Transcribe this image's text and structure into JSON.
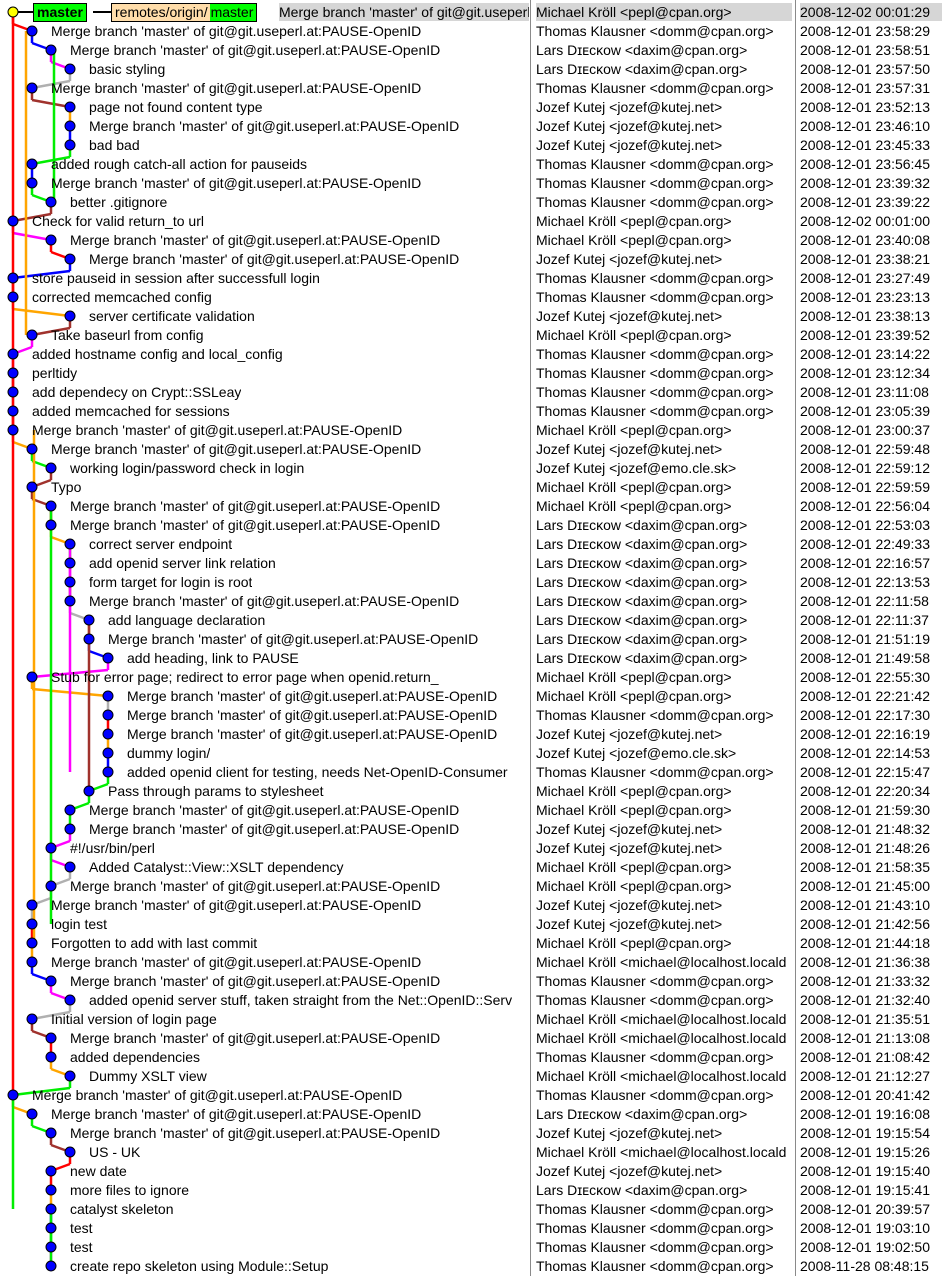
{
  "heads": {
    "local": "master",
    "remote_prefix": "remotes/origin/",
    "remote_branch": "master"
  },
  "colors": {
    "red": "#ff0000",
    "blue": "#0000ff",
    "green": "#00ee00",
    "orange": "#ffa500",
    "magenta": "#ff00ff",
    "brown": "#a0322d",
    "gray": "#b0b0b0",
    "node": "#0000ff",
    "head_node": "#ffff00",
    "selected_row": "#d6d6d6"
  },
  "commits": [
    {
      "message": "Merge branch 'master' of git@git.useperl.at:PAUSE-OpenID",
      "author": "Michael Kröll <pepl@cpan.org>",
      "date": "2008-12-02 00:01:29"
    },
    {
      "message": "Merge branch 'master' of git@git.useperl.at:PAUSE-OpenID",
      "author": "Thomas Klausner <domm@cpan.org>",
      "date": "2008-12-01 23:58:29"
    },
    {
      "message": "Merge branch 'master' of git@git.useperl.at:PAUSE-OpenID",
      "author": "Lars Dɪᴇᴄᴋᴏᴡ <daxim@cpan.org>",
      "date": "2008-12-01 23:58:51"
    },
    {
      "message": "basic styling",
      "author": "Lars Dɪᴇᴄᴋᴏᴡ <daxim@cpan.org>",
      "date": "2008-12-01 23:57:50"
    },
    {
      "message": "Merge branch 'master' of git@git.useperl.at:PAUSE-OpenID",
      "author": "Thomas Klausner <domm@cpan.org>",
      "date": "2008-12-01 23:57:31"
    },
    {
      "message": "page not found content type",
      "author": "Jozef Kutej <jozef@kutej.net>",
      "date": "2008-12-01 23:52:13"
    },
    {
      "message": "Merge branch 'master' of git@git.useperl.at:PAUSE-OpenID",
      "author": "Jozef Kutej <jozef@kutej.net>",
      "date": "2008-12-01 23:46:10"
    },
    {
      "message": "bad bad",
      "author": "Jozef Kutej <jozef@kutej.net>",
      "date": "2008-12-01 23:45:33"
    },
    {
      "message": "added rough catch-all action for pauseids",
      "author": "Thomas Klausner <domm@cpan.org>",
      "date": "2008-12-01 23:56:45"
    },
    {
      "message": "Merge branch 'master' of git@git.useperl.at:PAUSE-OpenID",
      "author": "Thomas Klausner <domm@cpan.org>",
      "date": "2008-12-01 23:39:32"
    },
    {
      "message": "better .gitignore",
      "author": "Thomas Klausner <domm@cpan.org>",
      "date": "2008-12-01 23:39:22"
    },
    {
      "message": "Check for valid return_to url",
      "author": "Michael Kröll <pepl@cpan.org>",
      "date": "2008-12-02 00:01:00"
    },
    {
      "message": "Merge branch 'master' of git@git.useperl.at:PAUSE-OpenID",
      "author": "Michael Kröll <pepl@cpan.org>",
      "date": "2008-12-01 23:40:08"
    },
    {
      "message": "Merge branch 'master' of git@git.useperl.at:PAUSE-OpenID",
      "author": "Jozef Kutej <jozef@kutej.net>",
      "date": "2008-12-01 23:38:21"
    },
    {
      "message": "store pauseid in session after successfull login",
      "author": "Thomas Klausner <domm@cpan.org>",
      "date": "2008-12-01 23:27:49"
    },
    {
      "message": "corrected memcached config",
      "author": "Thomas Klausner <domm@cpan.org>",
      "date": "2008-12-01 23:23:13"
    },
    {
      "message": "server certificate validation",
      "author": "Jozef Kutej <jozef@kutej.net>",
      "date": "2008-12-01 23:38:13"
    },
    {
      "message": "Take baseurl from config",
      "author": "Michael Kröll <pepl@cpan.org>",
      "date": "2008-12-01 23:39:52"
    },
    {
      "message": "added hostname config and local_config",
      "author": "Thomas Klausner <domm@cpan.org>",
      "date": "2008-12-01 23:14:22"
    },
    {
      "message": "perltidy",
      "author": "Thomas Klausner <domm@cpan.org>",
      "date": "2008-12-01 23:12:34"
    },
    {
      "message": "add dependecy on Crypt::SSLeay",
      "author": "Thomas Klausner <domm@cpan.org>",
      "date": "2008-12-01 23:11:08"
    },
    {
      "message": "added memcached for sessions",
      "author": "Thomas Klausner <domm@cpan.org>",
      "date": "2008-12-01 23:05:39"
    },
    {
      "message": "Merge branch 'master' of git@git.useperl.at:PAUSE-OpenID",
      "author": "Michael Kröll <pepl@cpan.org>",
      "date": "2008-12-01 23:00:37"
    },
    {
      "message": "Merge branch 'master' of git@git.useperl.at:PAUSE-OpenID",
      "author": "Jozef Kutej <jozef@kutej.net>",
      "date": "2008-12-01 22:59:48"
    },
    {
      "message": "working login/password check in login",
      "author": "Jozef Kutej <jozef@emo.cle.sk>",
      "date": "2008-12-01 22:59:12"
    },
    {
      "message": "Typo",
      "author": "Michael Kröll <pepl@cpan.org>",
      "date": "2008-12-01 22:59:59"
    },
    {
      "message": "Merge branch 'master' of git@git.useperl.at:PAUSE-OpenID",
      "author": "Michael Kröll <pepl@cpan.org>",
      "date": "2008-12-01 22:56:04"
    },
    {
      "message": "Merge branch 'master' of git@git.useperl.at:PAUSE-OpenID",
      "author": "Lars Dɪᴇᴄᴋᴏᴡ <daxim@cpan.org>",
      "date": "2008-12-01 22:53:03"
    },
    {
      "message": "correct server endpoint",
      "author": "Lars Dɪᴇᴄᴋᴏᴡ <daxim@cpan.org>",
      "date": "2008-12-01 22:49:33"
    },
    {
      "message": "add openid server link relation",
      "author": "Lars Dɪᴇᴄᴋᴏᴡ <daxim@cpan.org>",
      "date": "2008-12-01 22:16:57"
    },
    {
      "message": "form target for login is root",
      "author": "Lars Dɪᴇᴄᴋᴏᴡ <daxim@cpan.org>",
      "date": "2008-12-01 22:13:53"
    },
    {
      "message": "Merge branch 'master' of git@git.useperl.at:PAUSE-OpenID",
      "author": "Lars Dɪᴇᴄᴋᴏᴡ <daxim@cpan.org>",
      "date": "2008-12-01 22:11:58"
    },
    {
      "message": "add language declaration",
      "author": "Lars Dɪᴇᴄᴋᴏᴡ <daxim@cpan.org>",
      "date": "2008-12-01 22:11:37"
    },
    {
      "message": "Merge branch 'master' of git@git.useperl.at:PAUSE-OpenID",
      "author": "Lars Dɪᴇᴄᴋᴏᴡ <daxim@cpan.org>",
      "date": "2008-12-01 21:51:19"
    },
    {
      "message": "add heading, link to PAUSE",
      "author": "Lars Dɪᴇᴄᴋᴏᴡ <daxim@cpan.org>",
      "date": "2008-12-01 21:49:58"
    },
    {
      "message": "Stub for error page; redirect to error page when openid.return_",
      "author": "Michael Kröll <pepl@cpan.org>",
      "date": "2008-12-01 22:55:30"
    },
    {
      "message": "Merge branch 'master' of git@git.useperl.at:PAUSE-OpenID",
      "author": "Michael Kröll <pepl@cpan.org>",
      "date": "2008-12-01 22:21:42"
    },
    {
      "message": "Merge branch 'master' of git@git.useperl.at:PAUSE-OpenID",
      "author": "Thomas Klausner <domm@cpan.org>",
      "date": "2008-12-01 22:17:30"
    },
    {
      "message": "Merge branch 'master' of git@git.useperl.at:PAUSE-OpenID",
      "author": "Jozef Kutej <jozef@kutej.net>",
      "date": "2008-12-01 22:16:19"
    },
    {
      "message": "dummy login/",
      "author": "Jozef Kutej <jozef@emo.cle.sk>",
      "date": "2008-12-01 22:14:53"
    },
    {
      "message": "added openid client for testing, needs Net-OpenID-Consumer",
      "author": "Thomas Klausner <domm@cpan.org>",
      "date": "2008-12-01 22:15:47"
    },
    {
      "message": "Pass through params to stylesheet",
      "author": "Michael Kröll <pepl@cpan.org>",
      "date": "2008-12-01 22:20:34"
    },
    {
      "message": "Merge branch 'master' of git@git.useperl.at:PAUSE-OpenID",
      "author": "Michael Kröll <pepl@cpan.org>",
      "date": "2008-12-01 21:59:30"
    },
    {
      "message": "Merge branch 'master' of git@git.useperl.at:PAUSE-OpenID",
      "author": "Jozef Kutej <jozef@kutej.net>",
      "date": "2008-12-01 21:48:32"
    },
    {
      "message": "#!/usr/bin/perl",
      "author": "Jozef Kutej <jozef@kutej.net>",
      "date": "2008-12-01 21:48:26"
    },
    {
      "message": "Added Catalyst::View::XSLT dependency",
      "author": "Michael Kröll <pepl@cpan.org>",
      "date": "2008-12-01 21:58:35"
    },
    {
      "message": "Merge branch 'master' of git@git.useperl.at:PAUSE-OpenID",
      "author": "Michael Kröll <pepl@cpan.org>",
      "date": "2008-12-01 21:45:00"
    },
    {
      "message": "Merge branch 'master' of git@git.useperl.at:PAUSE-OpenID",
      "author": "Jozef Kutej <jozef@kutej.net>",
      "date": "2008-12-01 21:43:10"
    },
    {
      "message": "login test",
      "author": "Jozef Kutej <jozef@kutej.net>",
      "date": "2008-12-01 21:42:56"
    },
    {
      "message": "Forgotten to add with last commit",
      "author": "Michael Kröll <pepl@cpan.org>",
      "date": "2008-12-01 21:44:18"
    },
    {
      "message": "Merge branch 'master' of git@git.useperl.at:PAUSE-OpenID",
      "author": "Michael Kröll <michael@localhost.locald",
      "date": "2008-12-01 21:36:38"
    },
    {
      "message": "Merge branch 'master' of git@git.useperl.at:PAUSE-OpenID",
      "author": "Thomas Klausner <domm@cpan.org>",
      "date": "2008-12-01 21:33:32"
    },
    {
      "message": "added openid server stuff, taken straight from the Net::OpenID::Serv",
      "author": "Thomas Klausner <domm@cpan.org>",
      "date": "2008-12-01 21:32:40"
    },
    {
      "message": "Initial version of login page",
      "author": "Michael Kröll <michael@localhost.locald",
      "date": "2008-12-01 21:35:51"
    },
    {
      "message": "Merge branch 'master' of git@git.useperl.at:PAUSE-OpenID",
      "author": "Michael Kröll <michael@localhost.locald",
      "date": "2008-12-01 21:13:08"
    },
    {
      "message": "added dependencies",
      "author": "Thomas Klausner <domm@cpan.org>",
      "date": "2008-12-01 21:08:42"
    },
    {
      "message": "Dummy XSLT view",
      "author": "Michael Kröll <michael@localhost.locald",
      "date": "2008-12-01 21:12:27"
    },
    {
      "message": "Merge branch 'master' of git@git.useperl.at:PAUSE-OpenID",
      "author": "Thomas Klausner <domm@cpan.org>",
      "date": "2008-12-01 20:41:42"
    },
    {
      "message": "Merge branch 'master' of git@git.useperl.at:PAUSE-OpenID",
      "author": "Lars Dɪᴇᴄᴋᴏᴡ <daxim@cpan.org>",
      "date": "2008-12-01 19:16:08"
    },
    {
      "message": "Merge branch 'master' of git@git.useperl.at:PAUSE-OpenID",
      "author": "Jozef Kutej <jozef@kutej.net>",
      "date": "2008-12-01 19:15:54"
    },
    {
      "message": "US - UK",
      "author": "Michael Kröll <michael@localhost.locald",
      "date": "2008-12-01 19:15:26"
    },
    {
      "message": "new date",
      "author": "Jozef Kutej <jozef@kutej.net>",
      "date": "2008-12-01 19:15:40"
    },
    {
      "message": "more files to ignore",
      "author": "Lars Dɪᴇᴄᴋᴏᴡ <daxim@cpan.org>",
      "date": "2008-12-01 19:15:41"
    },
    {
      "message": "catalyst skeleton",
      "author": "Thomas Klausner <domm@cpan.org>",
      "date": "2008-12-01 20:39:57"
    },
    {
      "message": "test",
      "author": "Thomas Klausner <domm@cpan.org>",
      "date": "2008-12-01 19:03:10"
    },
    {
      "message": "test",
      "author": "Thomas Klausner <domm@cpan.org>",
      "date": "2008-12-01 19:02:50"
    },
    {
      "message": "create repo skeleton using Module::Setup",
      "author": "Thomas Klausner <domm@cpan.org>",
      "date": "2008-11-28 08:48:15"
    }
  ]
}
